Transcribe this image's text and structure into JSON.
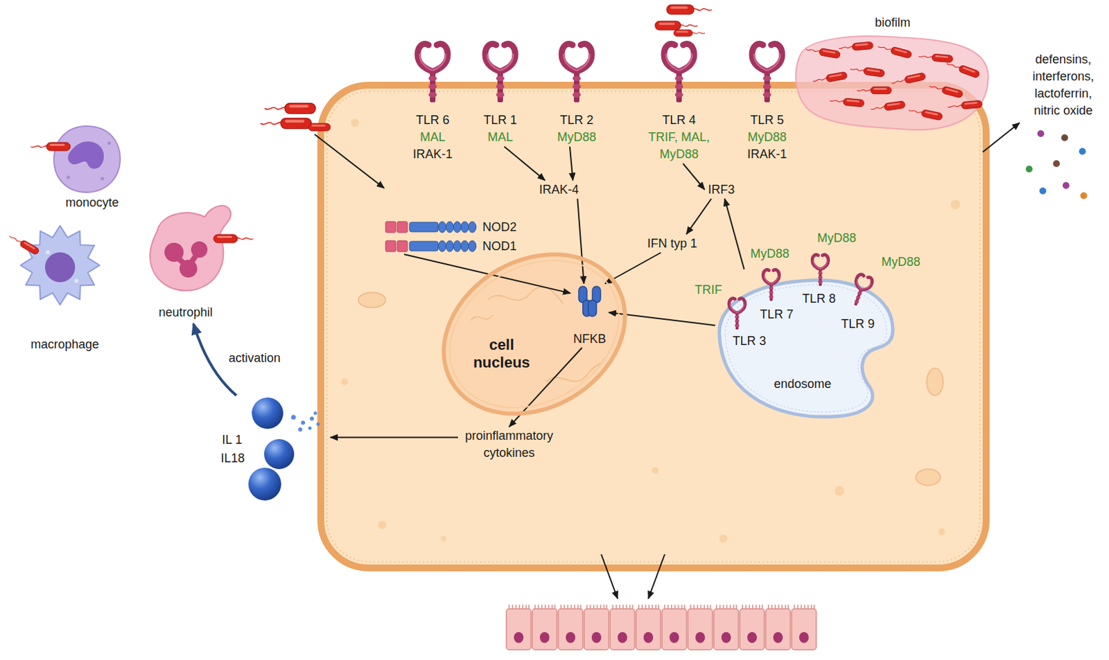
{
  "diagram": {
    "nodes": [
      {
        "text": [
          "TLR 6",
          "MAL",
          "IRAK-1"
        ]
      },
      {
        "text": [
          "TLR 1",
          "MAL"
        ]
      },
      {
        "text": [
          "TLR 2",
          "MyD88"
        ]
      },
      {
        "text": [
          "TLR 4",
          "TRIF, MAL, MyD88"
        ]
      },
      {
        "text": [
          "TLR 5",
          "MyD88",
          "IRAK-1"
        ]
      },
      {
        "text": [
          "biofilm"
        ]
      },
      {
        "text": [
          "monocyte"
        ]
      },
      {
        "text": [
          "IRAK-4"
        ]
      },
      {
        "text": [
          "IRF3"
        ]
      },
      {
        "text": [
          "NOD2"
        ]
      },
      {
        "text": [
          "NOD1"
        ]
      },
      {
        "text": [
          "IFN typ 1"
        ]
      },
      {
        "text": [
          "neutrophil"
        ]
      },
      {
        "text": [
          "macrophage"
        ]
      },
      {
        "text": [
          "cell nucleus"
        ]
      },
      {
        "text": [
          "NFKB"
        ],
        "in": 14
      },
      {
        "text": [
          "endosome"
        ]
      },
      {
        "text": [
          "TLR 3"
        ],
        "in": 16
      },
      {
        "text": [
          "TLR 7"
        ],
        "in": 16
      },
      {
        "text": [
          "TLR 8"
        ],
        "in": 16
      },
      {
        "text": [
          "TLR 9"
        ],
        "in": 16
      },
      {
        "text": [
          "proinflammatory cytokines"
        ]
      },
      {
        "text": [
          "IL 1",
          "IL18"
        ]
      }
    ],
    "edges": [
      {
        "from": 1,
        "to": 7,
        "arrow": "to"
      },
      {
        "from": 2,
        "to": 7,
        "arrow": "to"
      },
      {
        "from": 3,
        "to": 8,
        "arrow": "to"
      },
      {
        "from": 7,
        "to": 15,
        "arrow": "to"
      },
      {
        "from": 8,
        "to": 11,
        "arrow": "to"
      },
      {
        "from": 11,
        "to": 15,
        "arrow": "to"
      },
      {
        "from": 10,
        "to": 15,
        "arrow": "to"
      },
      {
        "from": 16,
        "to": 8,
        "arrow": "to"
      },
      {
        "from": 16,
        "to": 15,
        "arrow": "to"
      },
      {
        "from": 15,
        "to": 21,
        "arrow": "to"
      },
      {
        "from": 21,
        "to": 22,
        "arrow": "to"
      },
      {
        "from": 22,
        "to": 12,
        "label": "activation",
        "arrow": "to"
      }
    ],
    "labels": [
      "defensins, interferons, lactoferrin, nitric oxide",
      "TRIF",
      "MyD88",
      "MyD88",
      "MyD88"
    ]
  }
}
